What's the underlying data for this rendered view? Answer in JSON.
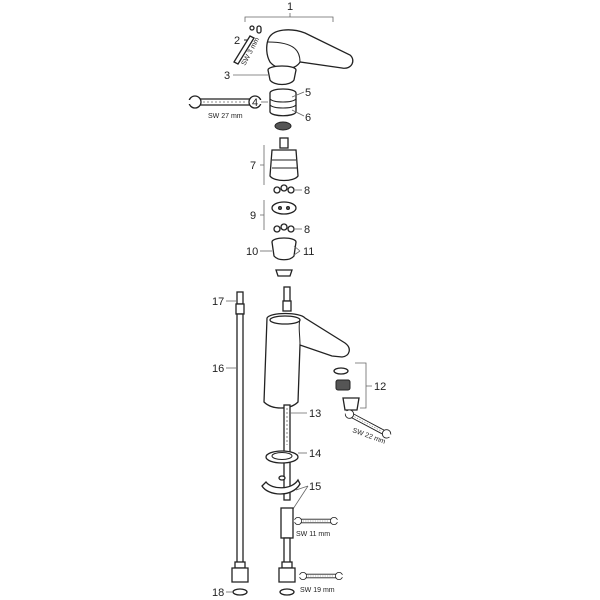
{
  "labels": {
    "p1": "1",
    "p2": "2",
    "p3": "3",
    "p4": "4",
    "p5": "5",
    "p6": "6",
    "p7": "7",
    "p8a": "8",
    "p8b": "8",
    "p9": "9",
    "p10": "10",
    "p11": "11",
    "p12": "12",
    "p13": "13",
    "p14": "14",
    "p15": "15",
    "p16": "16",
    "p17": "17",
    "p18": "18"
  },
  "tools": {
    "sw3": "SW 3 mm",
    "sw27": "SW 27 mm",
    "sw22": "SW 22 mm",
    "sw11": "SW 11 mm",
    "sw19": "SW 19 mm"
  }
}
